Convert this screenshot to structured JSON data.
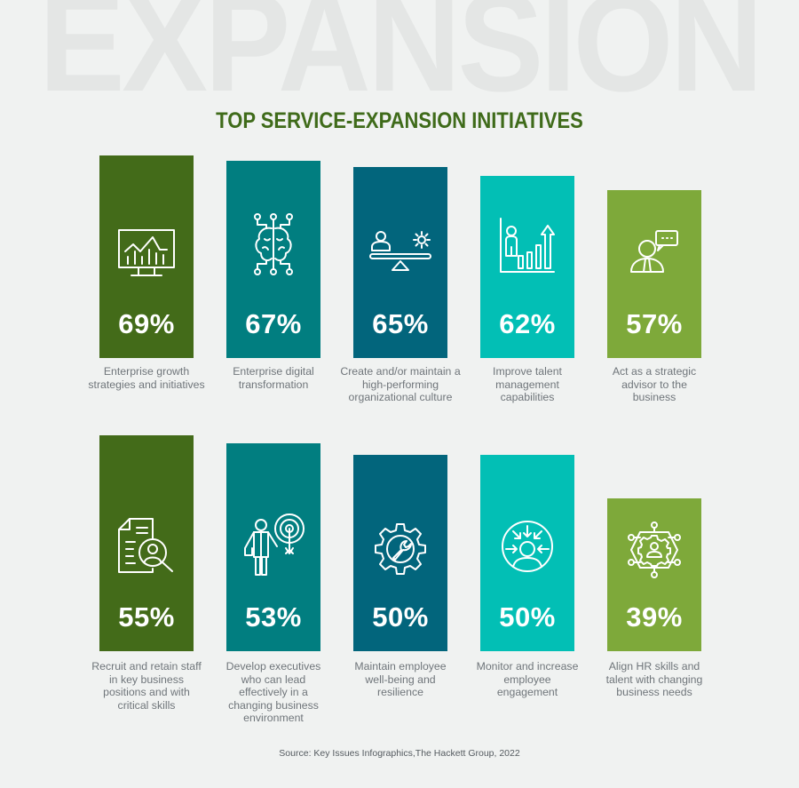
{
  "background_word": "EXPANSION",
  "title": "TOP SERVICE-EXPANSION INITIATIVES",
  "source": "Source: Key Issues Infographics,The Hackett Group, 2022",
  "colors": {
    "dark_green": "#436b19",
    "teal": "#017e80",
    "petrol": "#02657c",
    "turquoise": "#02bfb5",
    "light_green": "#7ea93a",
    "title_green": "#3f6b1a",
    "label_gray": "#6f757a",
    "background": "#f0f2f1"
  },
  "items": [
    {
      "pct": "69%",
      "label": "Enterprise growth strategies and initiatives",
      "icon": "monitor-chart-icon"
    },
    {
      "pct": "67%",
      "label": "Enterprise digital transformation",
      "icon": "brain-circuit-icon"
    },
    {
      "pct": "65%",
      "label": "Create and/or maintain a high-performing organizational culture",
      "icon": "balance-person-gear-icon"
    },
    {
      "pct": "62%",
      "label": "Improve talent management capabilities",
      "icon": "person-growth-chart-icon"
    },
    {
      "pct": "57%",
      "label": "Act as a strategic advisor to the business",
      "icon": "advisor-speech-icon"
    },
    {
      "pct": "55%",
      "label": "Recruit and retain staff in key business positions and with critical skills",
      "icon": "document-search-person-icon"
    },
    {
      "pct": "53%",
      "label": "Develop executives who can lead effectively in a changing business environment",
      "icon": "executive-target-icon"
    },
    {
      "pct": "50%",
      "label": "Maintain employee well-being and resilience",
      "icon": "gear-wrench-icon"
    },
    {
      "pct": "50%",
      "label": "Monitor and increase employee engagement",
      "icon": "focus-person-icon"
    },
    {
      "pct": "39%",
      "label": "Align HR skills and talent with changing business needs",
      "icon": "hexagon-gear-network-icon"
    }
  ],
  "chart_data": {
    "type": "bar",
    "title": "TOP SERVICE-EXPANSION INITIATIVES",
    "categories": [
      "Enterprise growth strategies and initiatives",
      "Enterprise digital transformation",
      "Create and/or maintain a high-performing organizational culture",
      "Improve talent management capabilities",
      "Act as a strategic advisor to the business",
      "Recruit and retain staff in key business positions and with critical skills",
      "Develop executives who can lead effectively in a changing business environment",
      "Maintain employee well-being and resilience",
      "Monitor and increase employee engagement",
      "Align HR skills and talent with changing business needs"
    ],
    "values": [
      69,
      67,
      65,
      62,
      57,
      55,
      53,
      50,
      50,
      39
    ],
    "unit": "%",
    "xlabel": "",
    "ylabel": "",
    "grid": false,
    "legend": "none",
    "layout": "two rows of five vertical bars with data labels and icons",
    "source": "Source: Key Issues Infographics,The Hackett Group, 2022"
  }
}
